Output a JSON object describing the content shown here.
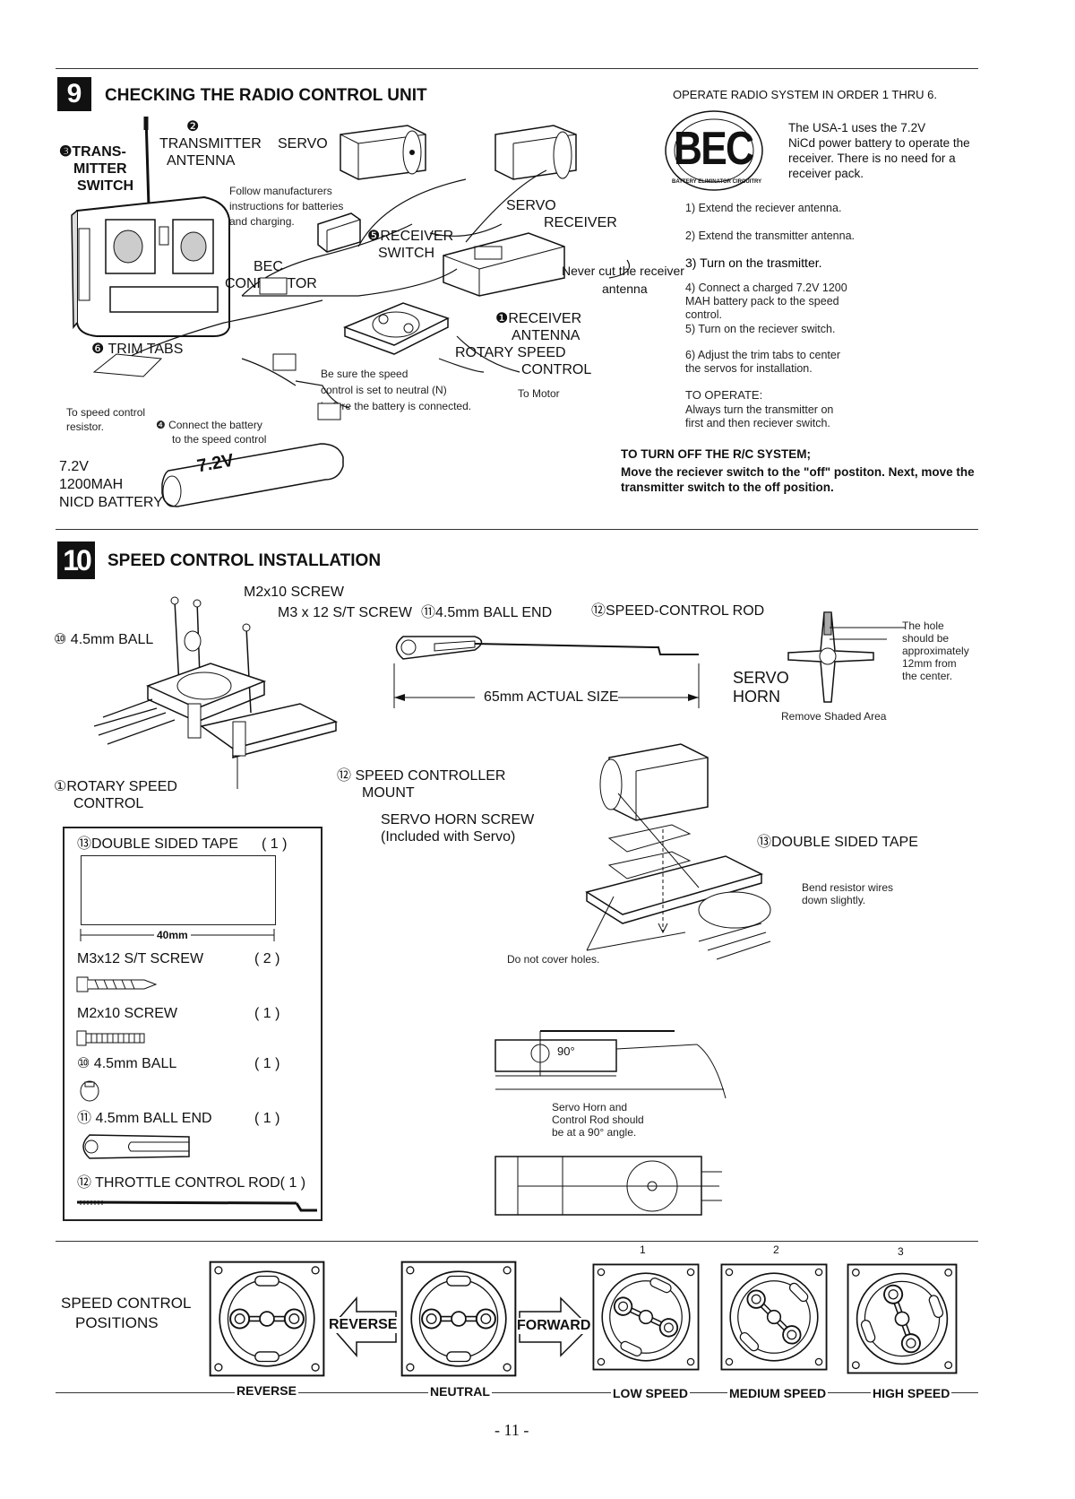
{
  "section9": {
    "number": "9",
    "title": "CHECKING THE RADIO CONTROL UNIT",
    "operate_header": "OPERATE RADIO SYSTEM IN ORDER 1 THRU 6.",
    "bec_logo": "BEC",
    "bec_ring_text": "BATTERY ELIMINATOR CIRCUITRY",
    "bec_note": [
      "The USA-1 uses the 7.2V",
      "NiCd power battery to operate the",
      "receiver. There is no need for a",
      "receiver pack."
    ],
    "steps": [
      "1) Extend the reciever antenna.",
      "2) Extend the transmitter antenna.",
      "3) Turn on the trasmitter.",
      "4) Connect a charged 7.2V 1200 MAH battery pack to the speed control.",
      "5) Turn on the reciever switch.",
      "6) Adjust the trim tabs to center the servos for installation."
    ],
    "to_operate_title": "TO OPERATE:",
    "to_operate_text": "Always turn the transmitter on first and then reciever switch.",
    "turn_off_title": "TO TURN OFF THE R/C SYSTEM;",
    "turn_off_text": "Move the reciever switch to the \"off\" postiton. Next, move the transmitter switch to the off position.",
    "labels": {
      "transmitter_switch": [
        "❸TRANS-",
        "MITTER",
        "SWITCH"
      ],
      "transmitter_antenna": [
        "❷",
        "TRANSMITTER",
        "ANTENNA"
      ],
      "servo1": "SERVO",
      "follow_manufacturers": [
        "Follow manufacturers",
        "instructions for batteries",
        "and charging."
      ],
      "servo2": "SERVO",
      "receiver": "RECEIVER",
      "receiver_switch": [
        "❺RECEIVER",
        "SWITCH"
      ],
      "bec_connector": [
        "BEC",
        "CONNECTOR"
      ],
      "never_cut": [
        "Never cut the receiver",
        "antenna"
      ],
      "receiver_antenna": [
        "❶RECEIVER",
        "ANTENNA"
      ],
      "trim_tabs": "❻ TRIM TABS",
      "rotary_speed_control": [
        "ROTARY SPEED",
        "CONTROL"
      ],
      "be_sure": [
        "Be sure the speed",
        "control is set to neutral (N)",
        "before the battery is connected."
      ],
      "to_motor": "To Motor",
      "to_speed_resistor": [
        "To speed control",
        "resistor."
      ],
      "connect_battery": [
        "❹ Connect the battery",
        "to the speed control"
      ],
      "battery": [
        "7.2V",
        "1200MAH",
        "NICD BATTERY"
      ],
      "battery_print": "7.2V"
    }
  },
  "section10": {
    "number": "10",
    "title": "SPEED CONTROL INSTALLATION",
    "labels": {
      "m2x10_screw": "M2x10 SCREW",
      "m3x12_screw": "M3 x 12 S/T SCREW",
      "ball_end": "⑪4.5mm BALL END",
      "speed_control_rod": "⑫SPEED-CONTROL ROD",
      "ball": "⑩ 4.5mm BALL",
      "actual_size": "65mm ACTUAL SIZE",
      "servo_horn": [
        "SERVO",
        "HORN"
      ],
      "hole_note": [
        "The hole",
        "should be",
        "approximately",
        "12mm from",
        "the center."
      ],
      "remove_shaded": "Remove Shaded Area",
      "rotary_speed_control": [
        "①ROTARY SPEED",
        "CONTROL"
      ],
      "speed_controller_mount": [
        "⑫ SPEED CONTROLLER",
        "MOUNT"
      ],
      "servo_horn_screw": [
        "SERVO HORN SCREW",
        "(Included with Servo)"
      ],
      "double_sided_tape": "⑬DOUBLE SIDED TAPE",
      "bend_resistor": [
        "Bend resistor wires",
        "down slightly."
      ],
      "do_not_cover": "Do not cover holes.",
      "angle": "90°",
      "servo_horn_note": [
        "Servo Horn and",
        "Control Rod should",
        "be at a 90° angle."
      ]
    },
    "parts_box": {
      "tape_title": "⑬DOUBLE SIDED TAPE",
      "tape_qty": "( 1 )",
      "tape_width": "40mm",
      "items": [
        {
          "name": "M3x12 S/T SCREW",
          "qty": "( 2 )"
        },
        {
          "name": "M2x10 SCREW",
          "qty": "( 1 )"
        },
        {
          "name": "⑩ 4.5mm BALL",
          "qty": "( 1 )"
        },
        {
          "name": "⑪ 4.5mm BALL END",
          "qty": "( 1 )"
        },
        {
          "name": "⑫ THROTTLE CONTROL ROD( 1 )",
          "qty": ""
        }
      ]
    }
  },
  "positions": {
    "title": [
      "SPEED CONTROL",
      "POSITIONS"
    ],
    "reverse_arrow": "REVERSE",
    "forward_arrow": "FORWARD",
    "numbers": [
      "1",
      "2",
      "3"
    ],
    "captions": [
      "REVERSE",
      "NEUTRAL",
      "LOW SPEED",
      "MEDIUM SPEED",
      "HIGH SPEED"
    ]
  },
  "page_number": "- 11 -"
}
